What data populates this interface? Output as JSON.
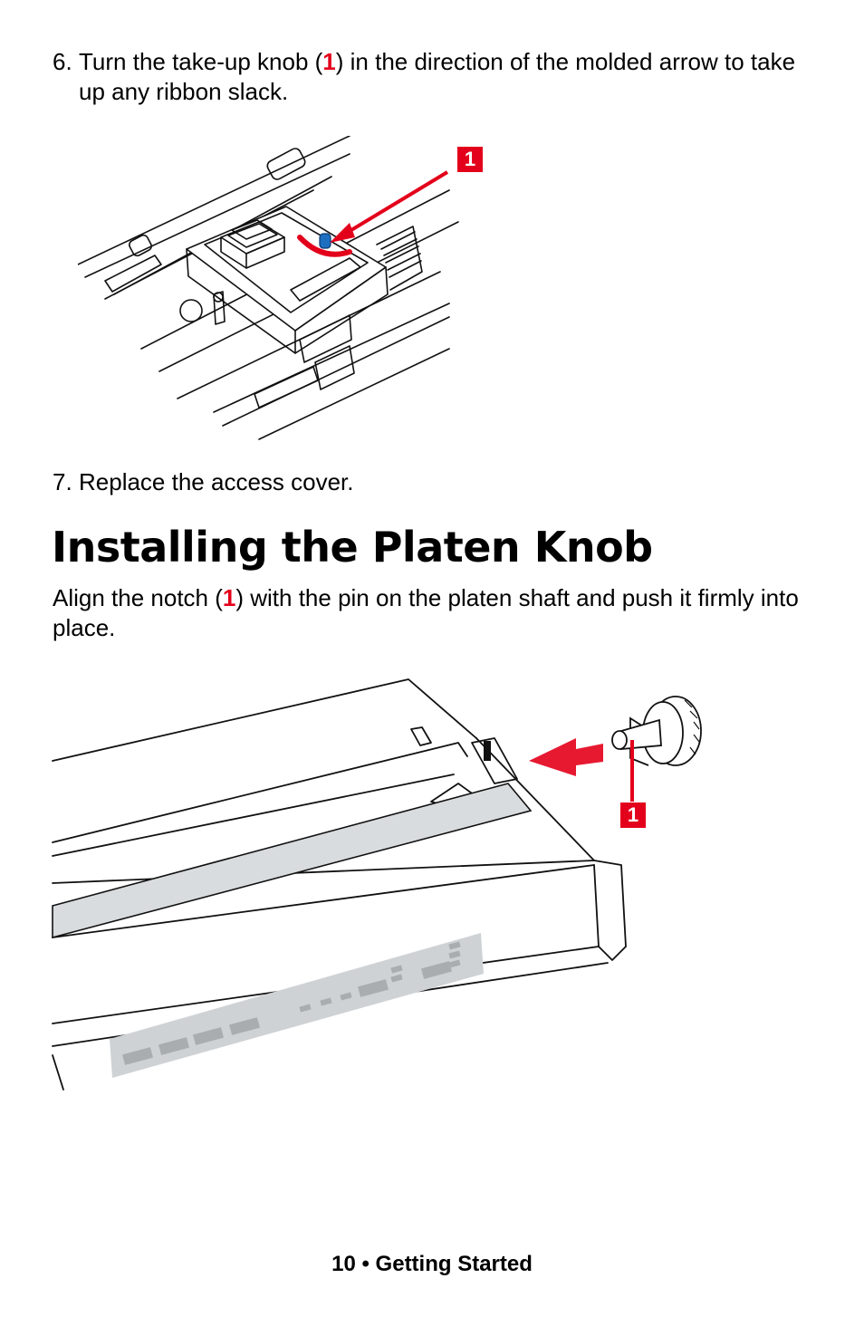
{
  "steps": [
    {
      "number": "6.",
      "text_before": "Turn the take-up knob (",
      "callout": "1",
      "text_after": ") in the direction of the molded arrow to take up any ribbon slack."
    },
    {
      "number": "7.",
      "text": "Replace the access cover."
    }
  ],
  "section": {
    "heading": "Installing the Platen Knob",
    "intro_before": "Align the notch (",
    "intro_callout": "1",
    "intro_after": ") with the pin on the platen shaft and push it firmly into place."
  },
  "figures": {
    "ribbon_callout": "1",
    "knob_callout": "1"
  },
  "colors": {
    "accent_red": "#e3001b",
    "knob_blue": "#1e6fc0"
  },
  "footer": {
    "page_number": "10",
    "separator": "•",
    "section_title": "Getting Started"
  }
}
